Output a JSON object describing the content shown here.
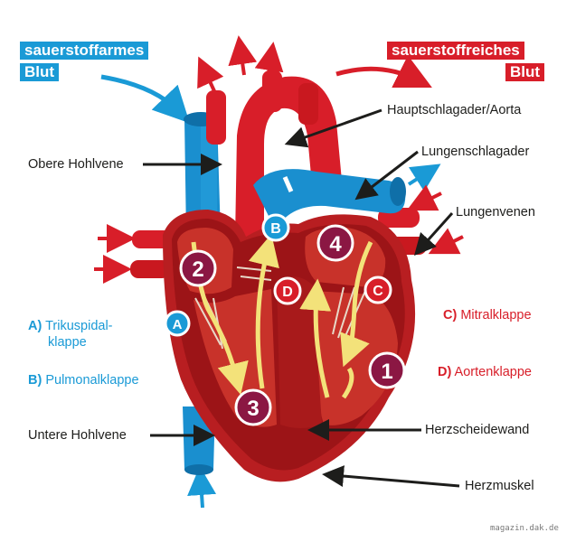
{
  "headings": {
    "deoxygenated_line1": "sauerstoffarmes",
    "deoxygenated_line2": "Blut",
    "oxygenated_line1": "sauerstoffreiches",
    "oxygenated_line2": "Blut"
  },
  "labels": {
    "aorta": "Hauptschlagader/Aorta",
    "pulmonary_artery": "Lungenschlagader",
    "pulmonary_veins": "Lungenvenen",
    "superior_vena_cava": "Obere Hohlvene",
    "inferior_vena_cava": "Untere Hohlvene",
    "septum": "Herzscheidewand",
    "myocardium": "Herzmuskel"
  },
  "legend": {
    "a_key": "A)",
    "a_text_line1": "Trikuspidal-",
    "a_text_line2": "klappe",
    "b_key": "B)",
    "b_text": "Pulmonalklappe",
    "c_key": "C)",
    "c_text": "Mitralklappe",
    "d_key": "D)",
    "d_text": "Aortenklappe"
  },
  "markers": {
    "valve_a": "A",
    "valve_b": "B",
    "valve_c": "C",
    "valve_d": "D",
    "step_1": "1",
    "step_2": "2",
    "step_3": "3",
    "step_4": "4"
  },
  "credit": "magazin.dak.de",
  "colors": {
    "blue": "#1a9ad6",
    "red": "#d81e29",
    "numbered_badge": "#8b1743",
    "flow_arrow": "#f3e27a"
  }
}
